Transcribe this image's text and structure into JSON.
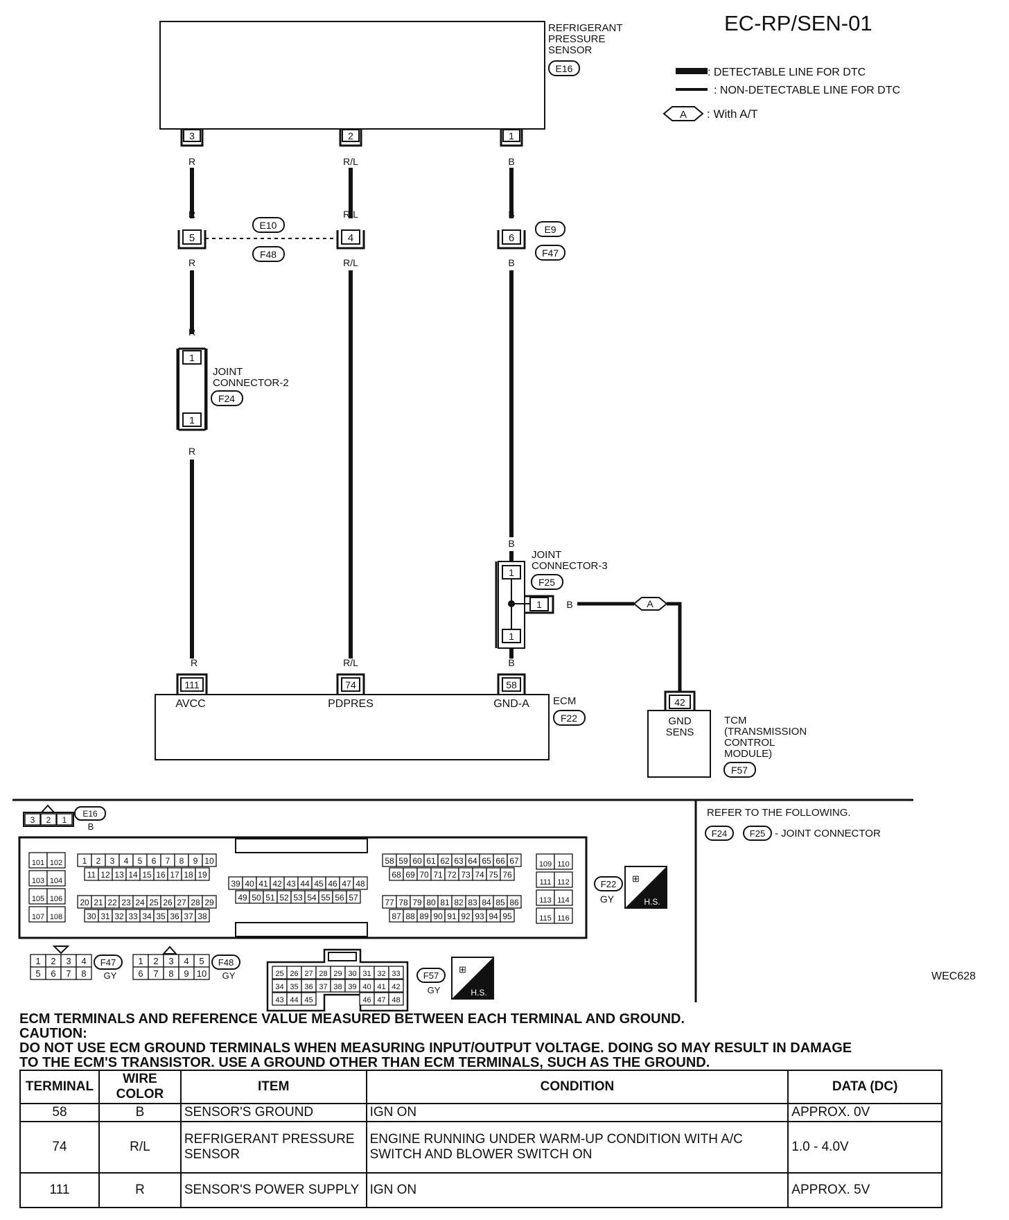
{
  "page_title": "EC-RP/SEN-01",
  "image_code": "WEC628",
  "legend": {
    "detectable": ": DETECTABLE LINE FOR DTC",
    "non_detectable": ": NON-DETECTABLE LINE FOR DTC",
    "option_symbol": "A",
    "option_text": ": With A/T"
  },
  "sensor": {
    "name_l1": "REFRIGERANT",
    "name_l2": "PRESSURE",
    "name_l3": "SENSOR",
    "connector": "E16",
    "pins": [
      "3",
      "2",
      "1"
    ]
  },
  "wire_colors": {
    "r": "R",
    "rl": "R/L",
    "b": "B"
  },
  "harness_connectors": {
    "pin_r": "5",
    "pin_rl": "4",
    "pin_b": "6",
    "conn_top_left": "E10",
    "conn_bottom_left": "F48",
    "conn_top_right": "E9",
    "conn_bottom_right": "F47"
  },
  "joint2": {
    "label_l1": "JOINT",
    "label_l2": "CONNECTOR-2",
    "connector": "F24",
    "pin": "1"
  },
  "joint3": {
    "label_l1": "JOINT",
    "label_l2": "CONNECTOR-3",
    "connector": "F25",
    "pin": "1"
  },
  "ecm": {
    "name": "ECM",
    "connector": "F22",
    "pins": [
      "111",
      "74",
      "58"
    ],
    "signals": [
      "AVCC",
      "PDPRES",
      "GND-A"
    ]
  },
  "tcm": {
    "pin": "42",
    "sig_l1": "GND",
    "sig_l2": "SENS",
    "name_l1": "TCM",
    "name_l2": "(TRANSMISSION",
    "name_l3": "CONTROL",
    "name_l4": "MODULE)",
    "connector": "F57"
  },
  "refer": {
    "text": "REFER TO THE FOLLOWING.",
    "conn1": "F24",
    "conn2": "F25",
    "suffix": "- JOINT CONNECTOR"
  },
  "connector_views": {
    "e16": {
      "id": "E16",
      "color": "B",
      "pins": [
        "3",
        "2",
        "1"
      ]
    },
    "f22": {
      "id": "F22",
      "color": "GY",
      "hs": "H.S.",
      "g_left": [
        "101",
        "102",
        "103",
        "104",
        "105",
        "106",
        "107",
        "108"
      ],
      "g1_r1": [
        "1",
        "2",
        "3",
        "4",
        "5",
        "6",
        "7",
        "8",
        "9",
        "10"
      ],
      "g1_r2": [
        "11",
        "12",
        "13",
        "14",
        "15",
        "16",
        "17",
        "18",
        "19"
      ],
      "g1_r3": [
        "20",
        "21",
        "22",
        "23",
        "24",
        "25",
        "26",
        "27",
        "28",
        "29"
      ],
      "g1_r4": [
        "30",
        "31",
        "32",
        "33",
        "34",
        "35",
        "36",
        "37",
        "38"
      ],
      "g2_r1": [
        "39",
        "40",
        "41",
        "42",
        "43",
        "44",
        "45",
        "46",
        "47",
        "48"
      ],
      "g2_r2": [
        "49",
        "50",
        "51",
        "52",
        "53",
        "54",
        "55",
        "56",
        "57"
      ],
      "g3_r1": [
        "58",
        "59",
        "60",
        "61",
        "62",
        "63",
        "64",
        "65",
        "66",
        "67"
      ],
      "g3_r2": [
        "68",
        "69",
        "70",
        "71",
        "72",
        "73",
        "74",
        "75",
        "76"
      ],
      "g3_r3": [
        "77",
        "78",
        "79",
        "80",
        "81",
        "82",
        "83",
        "84",
        "85",
        "86"
      ],
      "g3_r4": [
        "87",
        "88",
        "89",
        "90",
        "91",
        "92",
        "93",
        "94",
        "95"
      ],
      "g_right": [
        "109",
        "110",
        "111",
        "112",
        "113",
        "114",
        "115",
        "116"
      ]
    },
    "f47": {
      "id": "F47",
      "color": "GY",
      "r1": [
        "1",
        "2",
        "3",
        "4"
      ],
      "r2": [
        "5",
        "6",
        "7",
        "8"
      ]
    },
    "f48": {
      "id": "F48",
      "color": "GY",
      "r1": [
        "1",
        "2",
        "3",
        "4",
        "5"
      ],
      "r2": [
        "6",
        "7",
        "8",
        "9",
        "10"
      ]
    },
    "f57": {
      "id": "F57",
      "color": "GY",
      "hs": "H.S.",
      "r1": [
        "25",
        "26",
        "27",
        "28",
        "29",
        "30",
        "31",
        "32",
        "33"
      ],
      "r2": [
        "34",
        "35",
        "36",
        "37",
        "38",
        "39",
        "40",
        "41",
        "42"
      ],
      "r3": [
        "43",
        "44",
        "45",
        "46",
        "47",
        "48"
      ]
    }
  },
  "notes": [
    "ECM TERMINALS AND REFERENCE VALUE MEASURED BETWEEN EACH TERMINAL AND GROUND.",
    "CAUTION:",
    "DO NOT USE ECM GROUND TERMINALS WHEN MEASURING INPUT/OUTPUT VOLTAGE. DOING SO MAY RESULT IN DAMAGE",
    "TO THE ECM'S TRANSISTOR. USE A GROUND OTHER THAN ECM TERMINALS, SUCH AS THE GROUND."
  ],
  "table": {
    "headers": [
      "TERMINAL",
      "WIRE COLOR",
      "ITEM",
      "CONDITION",
      "DATA (DC)"
    ],
    "rows": [
      {
        "terminal": "58",
        "wire": "B",
        "item": "SENSOR'S GROUND",
        "condition": "IGN ON",
        "data": "APPROX. 0V"
      },
      {
        "terminal": "74",
        "wire": "R/L",
        "item": "REFRIGERANT PRESSURE SENSOR",
        "condition": "ENGINE RUNNING UNDER WARM-UP CONDITION WITH A/C SWITCH AND BLOWER SWITCH ON",
        "data": "1.0 - 4.0V"
      },
      {
        "terminal": "111",
        "wire": "R",
        "item": "SENSOR'S POWER SUPPLY",
        "condition": "IGN ON",
        "data": "APPROX. 5V"
      }
    ]
  }
}
